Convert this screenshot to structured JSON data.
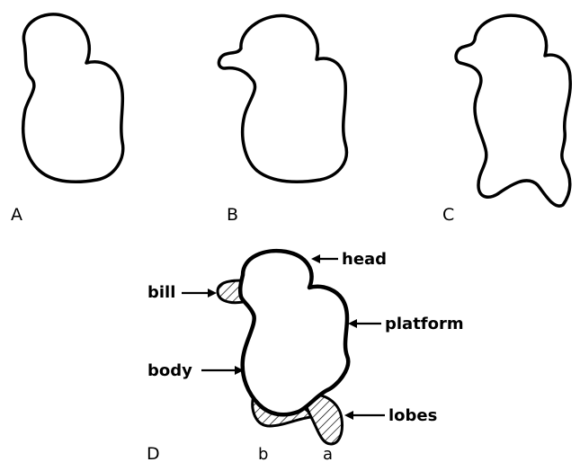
{
  "panels": {
    "a": {
      "letter": "A"
    },
    "b": {
      "letter": "B"
    },
    "c": {
      "letter": "C"
    },
    "d": {
      "letter": "D"
    }
  },
  "labels": {
    "head": "head",
    "bill": "bill",
    "platform": "platform",
    "body": "body",
    "lobes": "lobes"
  },
  "lobe_letters": {
    "b": "b",
    "a": "a"
  },
  "colors": {
    "ink": "#000000",
    "background": "#ffffff"
  }
}
